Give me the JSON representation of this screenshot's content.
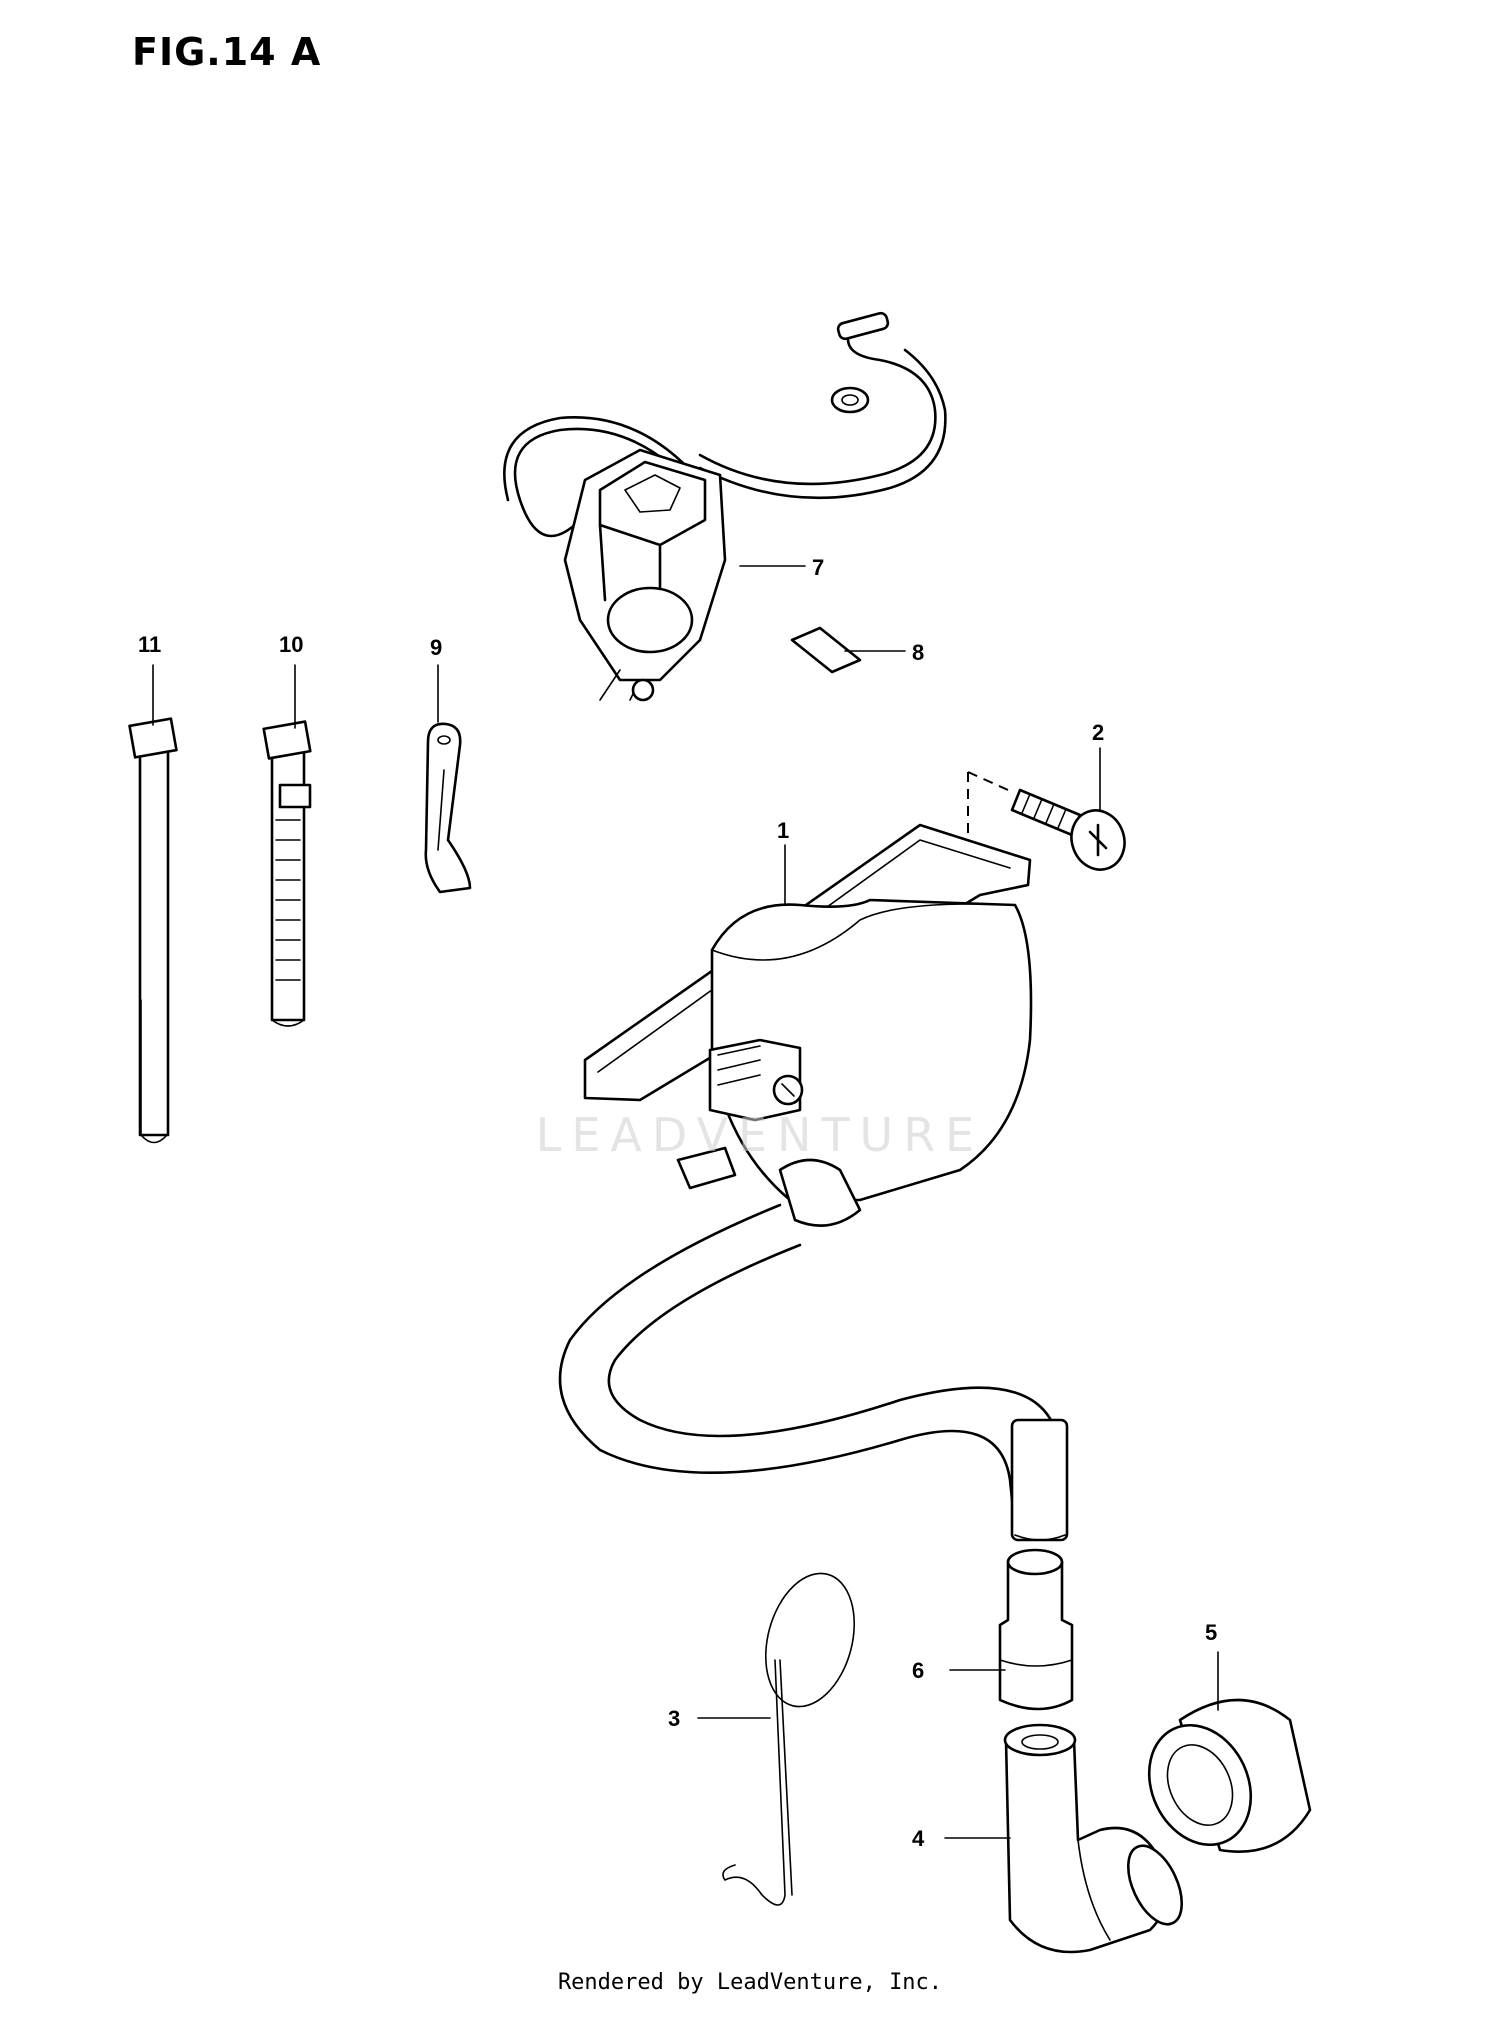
{
  "title": "FIG.14 A",
  "watermark": "LEADVENTURE",
  "footer": "Rendered by LeadVenture, Inc.",
  "callouts": [
    "1",
    "2",
    "3",
    "4",
    "5",
    "6",
    "7",
    "8",
    "9",
    "10",
    "11"
  ]
}
